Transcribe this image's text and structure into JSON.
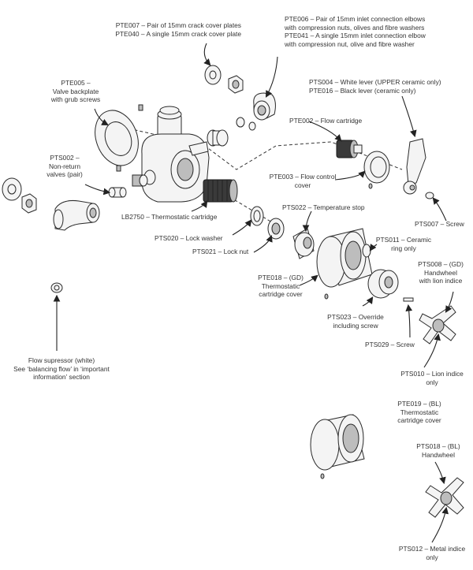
{
  "labels": {
    "pte007": [
      "PTE007 – Pair of 15mm crack cover plates",
      "PTE040 – A single 15mm crack cover plate"
    ],
    "pte006": [
      "PTE006 – Pair of 15mm inlet connection elbows",
      "with compression nuts, olives and fibre washers",
      "PTE041 – A single 15mm inlet connection elbow",
      "with compression nut, olive and fibre washer"
    ],
    "pte005": [
      "PTE005 –",
      "Valve backplate",
      "with grub screws"
    ],
    "pts004": [
      "PTS004 – White lever (UPPER ceramic only)",
      "PTE016 – Black lever (ceramic only)"
    ],
    "pte002": [
      "PTE002 – Flow cartridge"
    ],
    "pts002": [
      "PTS002 –",
      "Non-return",
      "valves (pair)"
    ],
    "pte003": [
      "PTE003 – Flow control",
      "cover"
    ],
    "lb2750": [
      "LB2750 – Thermostatic cartridge"
    ],
    "pts022": [
      "PTS022 – Temperature stop"
    ],
    "pts007": [
      "PTS007 – Screw"
    ],
    "pts020": [
      "PTS020 – Lock washer"
    ],
    "pts011": [
      "PTS011 – Ceramic",
      "ring only"
    ],
    "pts021": [
      "PTS021 – Lock nut"
    ],
    "pts008": [
      "PTS008 – (GD)",
      "Handwheel",
      "with lion indice"
    ],
    "pte018": [
      "PTE018 – (GD)",
      "Thermostatic",
      "cartridge cover"
    ],
    "pts023": [
      "PTS023 – Override",
      "including screw"
    ],
    "pts029": [
      "PTS029 – Screw"
    ],
    "flow": [
      "Flow supressor (white)",
      "See ‘balancing flow’ in ‘important",
      "information’ section"
    ],
    "pts010": [
      "PTS010 – Lion indice",
      "only"
    ],
    "pte019": [
      "PTE019 – (BL)",
      "Thermostatic",
      "cartridge cover"
    ],
    "pts018": [
      "PTS018 – (BL)",
      "Handwheel"
    ],
    "pts012": [
      "PTS012 – Metal indice",
      "only"
    ]
  }
}
